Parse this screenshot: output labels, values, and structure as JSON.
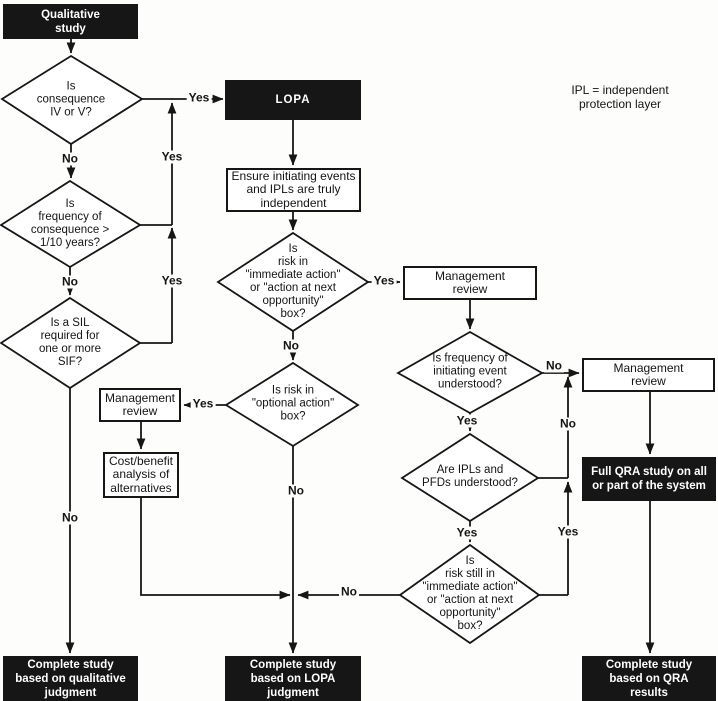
{
  "legend": "IPL = independent\nprotection layer",
  "labels": {
    "yes": "Yes",
    "no": "No"
  },
  "boxes": {
    "qualitative_study": "Qualitative\nstudy",
    "lopa": "LOPA",
    "ensure_independent": "Ensure initiating events\nand IPLs are truly\nindependent",
    "management_review": "Management\nreview",
    "cost_benefit": "Cost/benefit\nanalysis of\nalternatives",
    "full_qra": "Full QRA study on all\nor part of the system",
    "complete_qualitative": "Complete study\nbased on qualitative\njudgment",
    "complete_lopa": "Complete study\nbased on LOPA\njudgment",
    "complete_qra": "Complete study\nbased on QRA\nresults"
  },
  "decisions": {
    "consequence": "Is\nconsequence\nIV or V?",
    "frequency": "Is\nfrequency of\nconsequence >\n1/10 years?",
    "sil": "Is a SIL\nrequired for\none or more\nSIF?",
    "immediate_action": "Is\nrisk in\n\"immediate action\"\nor \"action at next\nopportunity\"\nbox?",
    "optional_action": "Is risk in\n\"optional action\"\nbox?",
    "initiating_frequency": "Is frequency of\ninitiating event\nunderstood?",
    "ipls_pfds": "Are IPLs and\nPFDs understood?",
    "still_immediate_action": "Is\nrisk still in\n\"immediate action\"\nor \"action at next\nopportunity\"\nbox?"
  },
  "colors": {
    "line": "#161616",
    "terminal_fill": "#161616",
    "terminal_text": "#ffffff",
    "background": "#fdfdfc"
  }
}
